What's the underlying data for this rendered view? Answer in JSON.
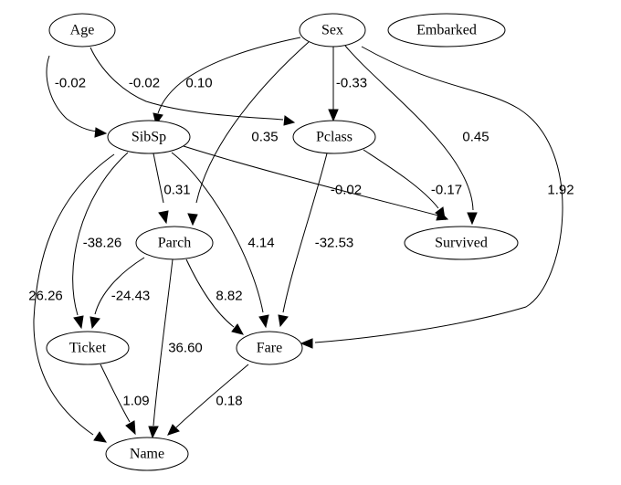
{
  "nodes": [
    {
      "id": "age",
      "label": "Age"
    },
    {
      "id": "sex",
      "label": "Sex"
    },
    {
      "id": "embarked",
      "label": "Embarked"
    },
    {
      "id": "sibsp",
      "label": "SibSp"
    },
    {
      "id": "pclass",
      "label": "Pclass"
    },
    {
      "id": "parch",
      "label": "Parch"
    },
    {
      "id": "survived",
      "label": "Survived"
    },
    {
      "id": "ticket",
      "label": "Ticket"
    },
    {
      "id": "fare",
      "label": "Fare"
    },
    {
      "id": "name",
      "label": "Name"
    }
  ],
  "edges": [
    {
      "from": "age",
      "to": "sibsp",
      "weight": "-0.02"
    },
    {
      "from": "age",
      "to": "pclass",
      "weight": "-0.02"
    },
    {
      "from": "sex",
      "to": "sibsp",
      "weight": "0.10"
    },
    {
      "from": "sex",
      "to": "pclass",
      "weight": "-0.33"
    },
    {
      "from": "sex",
      "to": "parch",
      "weight": "0.35"
    },
    {
      "from": "sex",
      "to": "survived",
      "weight": "0.45"
    },
    {
      "from": "sex",
      "to": "fare",
      "weight": "1.92"
    },
    {
      "from": "sibsp",
      "to": "parch",
      "weight": "0.31"
    },
    {
      "from": "sibsp",
      "to": "survived",
      "weight": "-0.02"
    },
    {
      "from": "sibsp",
      "to": "fare",
      "weight": "4.14"
    },
    {
      "from": "sibsp",
      "to": "ticket",
      "weight": "-38.26"
    },
    {
      "from": "sibsp",
      "to": "name",
      "weight": "26.26"
    },
    {
      "from": "pclass",
      "to": "survived",
      "weight": "-0.17"
    },
    {
      "from": "pclass",
      "to": "fare",
      "weight": "-32.53"
    },
    {
      "from": "parch",
      "to": "ticket",
      "weight": "-24.43"
    },
    {
      "from": "parch",
      "to": "fare",
      "weight": "8.82"
    },
    {
      "from": "parch",
      "to": "name",
      "weight": "36.60"
    },
    {
      "from": "ticket",
      "to": "name",
      "weight": "1.09"
    },
    {
      "from": "fare",
      "to": "name",
      "weight": "0.18"
    }
  ]
}
